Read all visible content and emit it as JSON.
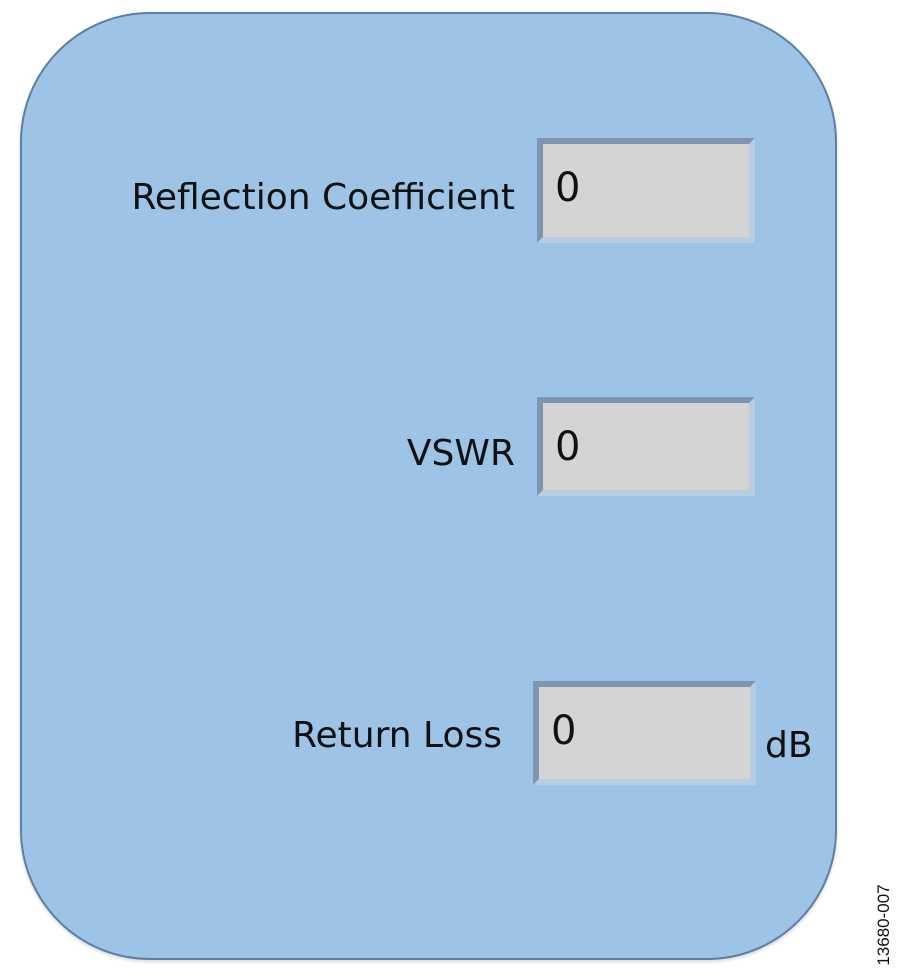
{
  "panel": {
    "fields": [
      {
        "label": "Reflection Coefficient",
        "value": "0",
        "unit": ""
      },
      {
        "label": "VSWR",
        "value": "0",
        "unit": ""
      },
      {
        "label": "Return Loss",
        "value": "0",
        "unit": "dB"
      }
    ]
  },
  "figure_id": "13680-007"
}
